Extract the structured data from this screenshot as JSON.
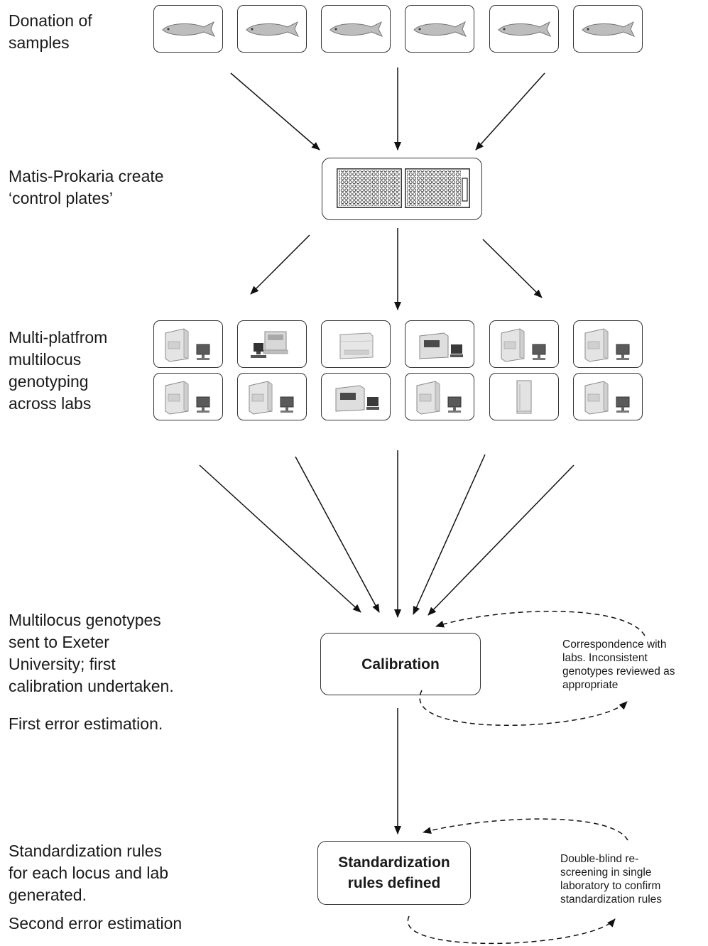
{
  "steps": {
    "donation": [
      "Donation of",
      "samples"
    ],
    "control_plates": [
      "Matis-Prokaria create",
      "‘control plates’"
    ],
    "genotyping": [
      "Multi-platfrom",
      "multilocus",
      "genotyping",
      "across labs"
    ],
    "calibration_stage": [
      "Multilocus genotypes",
      "sent to Exeter",
      "University; first",
      "calibration undertaken."
    ],
    "first_error": "First error estimation.",
    "standardization_stage": [
      "Standardization rules",
      "for each locus and lab",
      "generated."
    ],
    "second_error": "Second error estimation"
  },
  "boxes": {
    "calibration": "Calibration",
    "standardization": [
      "Standardization",
      "rules defined"
    ]
  },
  "notes": {
    "calibration_loop": [
      "Correspondence with",
      "labs. Inconsistent",
      "genotypes reviewed as",
      "appropriate"
    ],
    "standardization_loop": [
      "Double-blind re-",
      "screening in single",
      "laboratory to confirm",
      "standardization rules"
    ]
  },
  "icons": {
    "fish_samples": [
      "fish-icon",
      "fish-icon",
      "fish-icon",
      "fish-icon",
      "fish-icon",
      "fish-icon"
    ],
    "plates": [
      "well-plate-icon",
      "well-plate-icon"
    ],
    "instruments_row1": [
      "sequencer-icon",
      "workstation-icon",
      "analyzer-icon",
      "genotyper-icon",
      "sequencer-icon",
      "sequencer-icon"
    ],
    "instruments_row2": [
      "sequencer-icon",
      "sequencer-icon",
      "genotyper-icon",
      "sequencer-icon",
      "cabinet-icon",
      "sequencer-icon"
    ]
  },
  "colors": {
    "line": "#111111",
    "border": "#333333"
  }
}
